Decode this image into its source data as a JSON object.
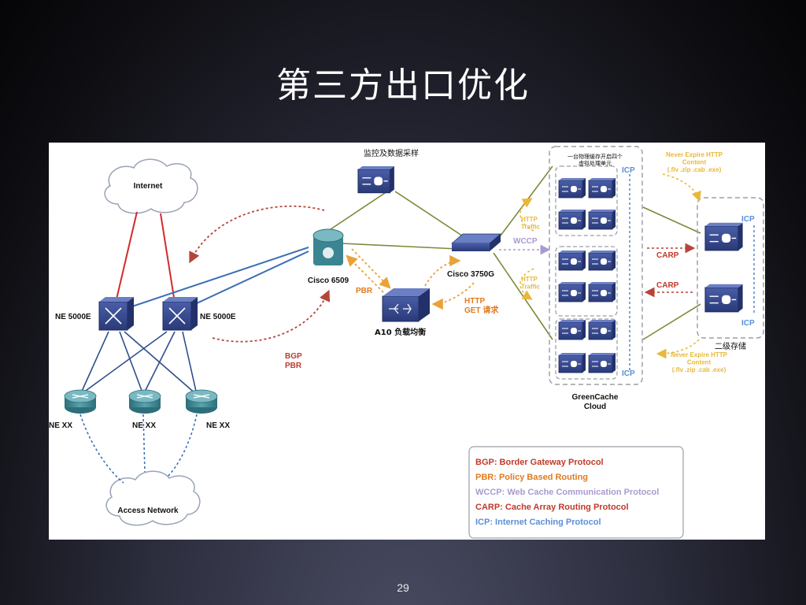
{
  "slide": {
    "title": "第三方出口优化",
    "page_number": "29"
  },
  "diagram": {
    "clouds": {
      "internet": "Internet",
      "access_network": "Access Network",
      "greencache": "GreenCache\nCloud"
    },
    "devices": {
      "monitor": "监控及数据采样",
      "cisco6509": "Cisco 6509",
      "cisco3750g": "Cisco 3750G",
      "a10": "A10 负载均衡",
      "ne5000e_left": "NE 5000E",
      "ne5000e_right": "NE 5000E",
      "nexx_1": "NE XX",
      "nexx_2": "NE XX",
      "nexx_3": "NE XX",
      "secondary_storage": "二级存储",
      "cluster_note": "一台物理缓存开启四个\n虚拟处理单元"
    },
    "annotations": {
      "bgp_pbr": "BGP\nPBR",
      "pbr": "PBR",
      "http_get": "HTTP\nGET 请求",
      "http_traffic_1": "HTTP\nTraffic",
      "http_traffic_2": "HTTP\nTraffic",
      "wccp": "WCCP",
      "carp_1": "CARP",
      "carp_2": "CARP",
      "icp_1": "ICP",
      "icp_2": "ICP",
      "icp_3": "ICP",
      "icp_4": "ICP",
      "never_expire_1": "Never Expire HTTP\nContent\n(.flv .zip .cab .exe)",
      "never_expire_2": "Never Expire HTTP\nContent\n(.flv .zip .cab .exe)"
    },
    "legend": [
      {
        "text": "BGP: Border Gateway Protocol",
        "color": "#c0392b"
      },
      {
        "text": "PBR: Policy Based Routing",
        "color": "#e07b1f"
      },
      {
        "text": "WCCP: Web Cache Communication Protocol",
        "color": "#a99bd0"
      },
      {
        "text": "CARP: Cache Array Routing Protocol",
        "color": "#c0392b"
      },
      {
        "text": "ICP: Internet Caching Protocol",
        "color": "#5b8fd6"
      }
    ],
    "colors": {
      "bgp": "#c0392b",
      "pbr": "#e07b1f",
      "wccp": "#a99bd0",
      "carp": "#c0392b",
      "icp": "#5b8fd6",
      "link_green": "#7a8a3a",
      "link_blue": "#3d6fb6",
      "link_red": "#d22a2a",
      "device": "#34468a"
    }
  }
}
